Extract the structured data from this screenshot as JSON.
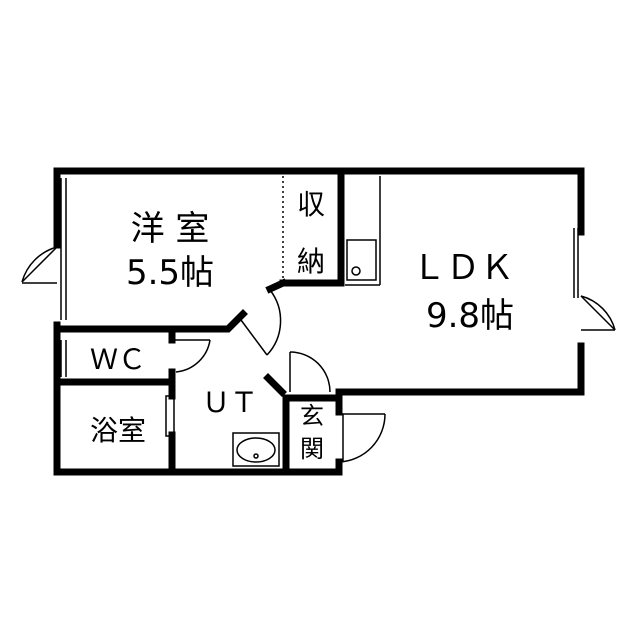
{
  "rooms": {
    "western": {
      "name": "洋 室",
      "size": "5.5帖"
    },
    "storage": {
      "name_top": "収",
      "name_bottom": "納"
    },
    "ldk": {
      "name": "ＬＤＫ",
      "size": "9.8帖"
    },
    "wc": {
      "name": "ＷＣ"
    },
    "bath": {
      "name": "浴室"
    },
    "utility": {
      "name": "ＵＴ"
    },
    "entrance": {
      "name_top": "玄",
      "name_bottom": "関"
    }
  },
  "colors": {
    "wall": "#000000",
    "background": "#ffffff"
  }
}
